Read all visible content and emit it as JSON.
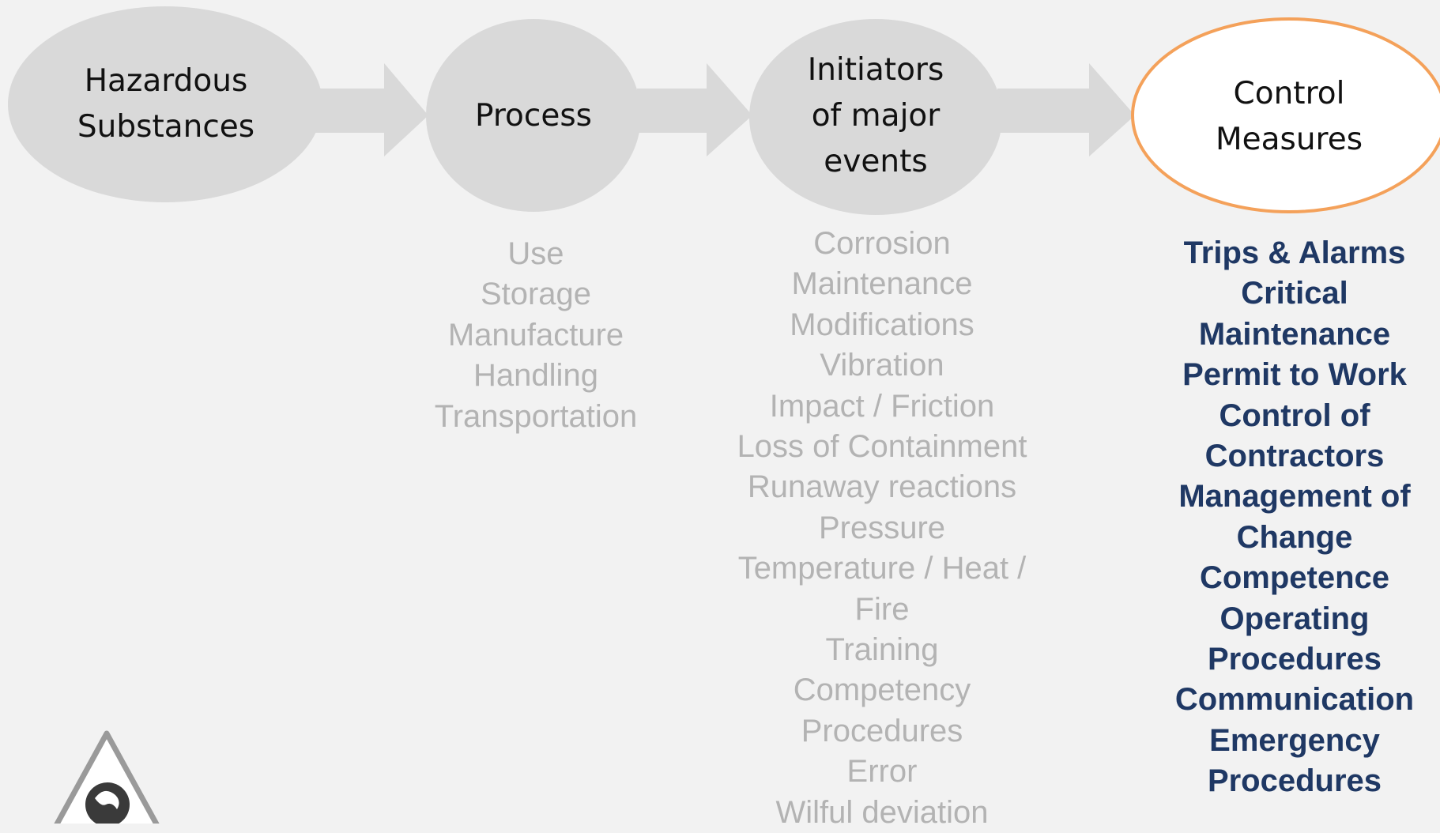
{
  "colors": {
    "background": "#f2f2f2",
    "node_fill": "#d9d9d9",
    "arrow_fill": "#d9d9d9",
    "highlight_outline": "#f4a15a",
    "highlight_fill": "#ffffff",
    "item_grey": "#b3b3b3",
    "item_navy": "#1f3864"
  },
  "nodes": {
    "hazardous": "Hazardous Substances",
    "process": "Process",
    "initiators": "Initiators of major events",
    "control": "Control Measures"
  },
  "process_items": [
    "Use",
    "Storage",
    "Manufacture",
    "Handling",
    "Transportation"
  ],
  "initiator_items": [
    "Corrosion",
    "Maintenance",
    "Modifications",
    "Vibration",
    "Impact / Friction",
    "Loss of Containment",
    "Runaway reactions",
    "Pressure",
    "Temperature / Heat / Fire",
    "Training",
    "Competency",
    "Procedures",
    "Error",
    "Wilful deviation"
  ],
  "control_items": [
    "Trips & Alarms",
    "Critical Maintenance",
    "Permit to Work",
    "Control of Contractors",
    "Management of Change",
    "Competence",
    "Operating Procedures",
    "Communication",
    "Emergency Procedures"
  ],
  "logo_icon": "warning-triangle-logo-icon"
}
